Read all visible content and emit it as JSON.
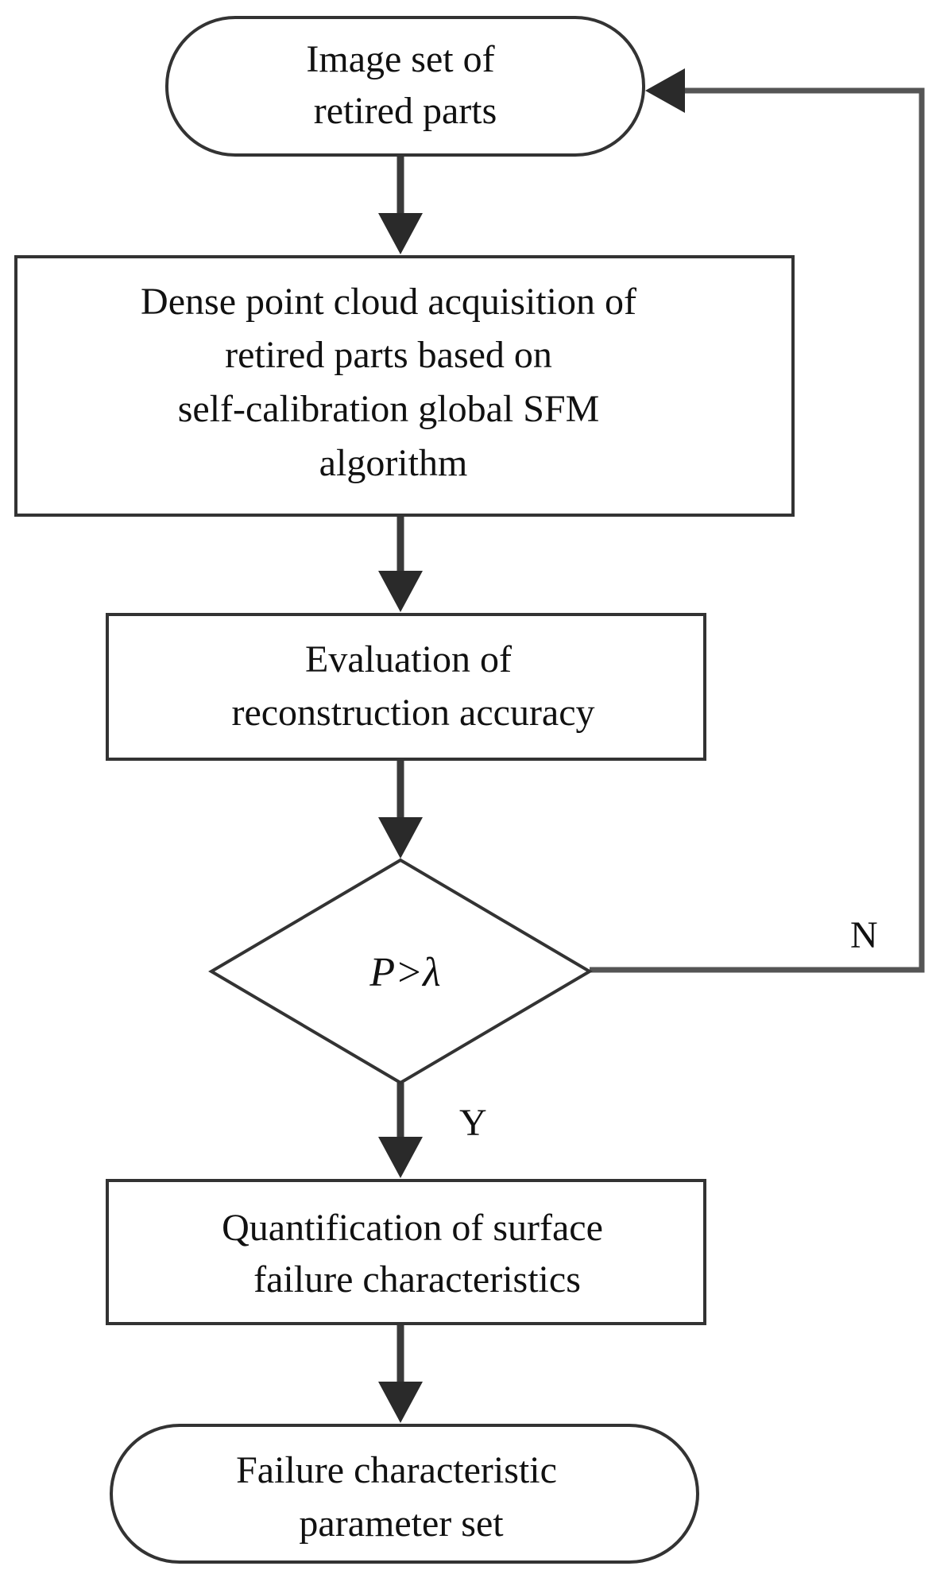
{
  "nodes": {
    "start": {
      "lines": [
        "Image set of",
        "retired parts"
      ]
    },
    "dense": {
      "lines": [
        "Dense point cloud acquisition of",
        "retired parts based on",
        "self-calibration global SFM",
        "algorithm"
      ]
    },
    "eval": {
      "lines": [
        "Evaluation of",
        "reconstruction accuracy"
      ]
    },
    "decision": {
      "text": "P>λ"
    },
    "quant": {
      "lines": [
        "Quantification of surface",
        "failure characteristics"
      ]
    },
    "end": {
      "lines": [
        "Failure characteristic",
        "parameter set"
      ]
    }
  },
  "edge_labels": {
    "yes": "Y",
    "no": "N"
  }
}
